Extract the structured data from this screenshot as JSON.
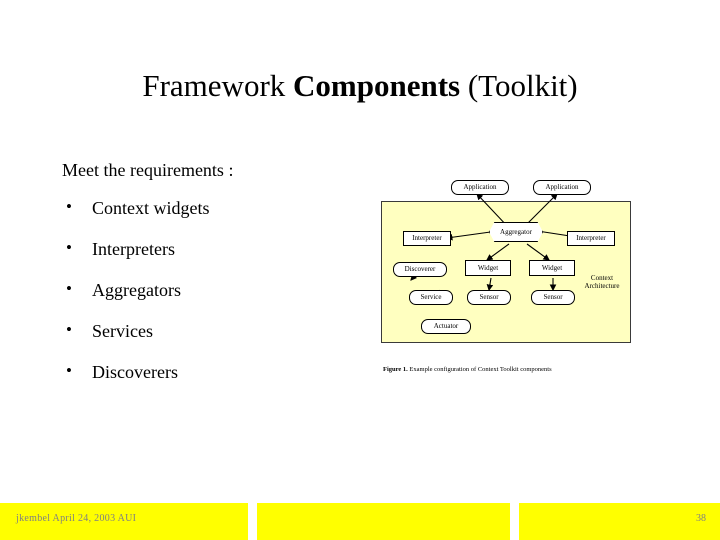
{
  "slide": {
    "title_part1": "Framework ",
    "title_bold": "Components",
    "title_part2": " (Toolkit)",
    "lead": "Meet the requirements :",
    "bullet_marker": "•",
    "bullets": [
      {
        "label": "Context widgets"
      },
      {
        "label": "Interpreters"
      },
      {
        "label": "Aggregators"
      },
      {
        "label": "Services"
      },
      {
        "label": "Discoverers"
      }
    ]
  },
  "figure": {
    "caption_bold": "Figure 1.",
    "caption_rest": " Example configuration of Context Toolkit components",
    "background_color": "#ffffc0",
    "nodes": [
      {
        "id": "application-left",
        "label": "Application"
      },
      {
        "id": "application-right",
        "label": "Application"
      },
      {
        "id": "interpreter-left",
        "label": "Interpreter"
      },
      {
        "id": "aggregator",
        "label": "Aggregator"
      },
      {
        "id": "interpreter-right",
        "label": "Interpreter"
      },
      {
        "id": "discoverer",
        "label": "Discoverer"
      },
      {
        "id": "widget-left",
        "label": "Widget"
      },
      {
        "id": "widget-right",
        "label": "Widget"
      },
      {
        "id": "service",
        "label": "Service"
      },
      {
        "id": "sensor-left",
        "label": "Sensor"
      },
      {
        "id": "sensor-right",
        "label": "Sensor"
      },
      {
        "id": "actuator",
        "label": "Actuator"
      }
    ],
    "context_architecture_line1": "Context",
    "context_architecture_line2": "Architecture"
  },
  "footer": {
    "text": "jkembel   April 24, 2003   AUI",
    "page_number": "38",
    "bar_color": "#ffff00",
    "text_color": "#808080"
  }
}
